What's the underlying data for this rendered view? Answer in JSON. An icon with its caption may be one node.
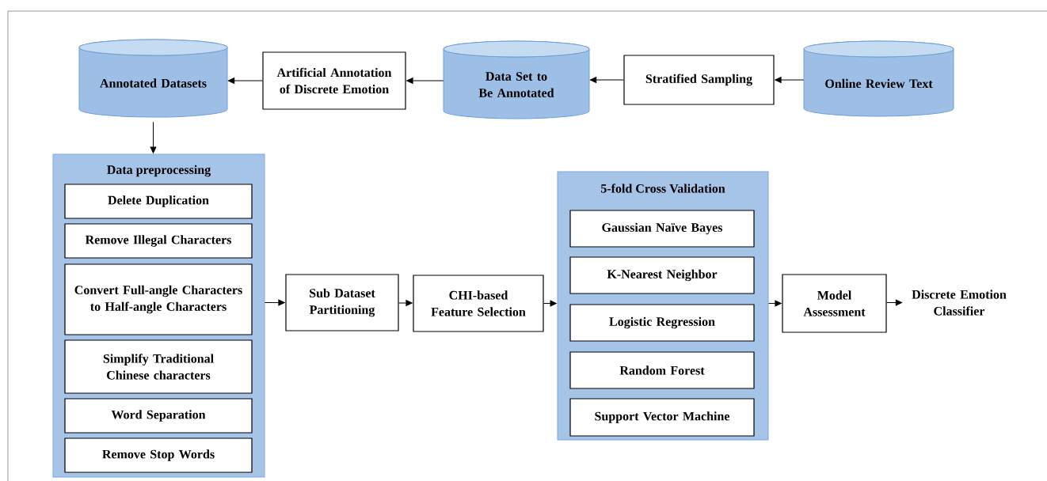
{
  "diagram": {
    "nodes": [
      {
        "text": [
          "Annotated Datasets"
        ]
      },
      {
        "text": [
          "Artificial Annotation of Discrete Emotion"
        ]
      },
      {
        "text": [
          "Data Set to Be Annotated"
        ]
      },
      {
        "text": [
          "Stratified Sampling"
        ]
      },
      {
        "text": [
          "Online Review Text"
        ]
      },
      {
        "text": [
          "Data preprocessing"
        ]
      },
      {
        "text": [
          "Delete Duplication"
        ],
        "in": 5
      },
      {
        "text": [
          "Remove Illegal Characters"
        ],
        "in": 5
      },
      {
        "text": [
          "Convert Full-angle Characters to Half-angle Characters"
        ],
        "in": 5
      },
      {
        "text": [
          "Simplify Traditional Chinese characters"
        ],
        "in": 5
      },
      {
        "text": [
          "Word Separation"
        ],
        "in": 5
      },
      {
        "text": [
          "Remove Stop Words"
        ],
        "in": 5
      },
      {
        "text": [
          "Sub Dataset Partitioning"
        ]
      },
      {
        "text": [
          "CHI-based Feature Selection"
        ]
      },
      {
        "text": [
          "5-fold Cross Validation"
        ]
      },
      {
        "text": [
          "Gaussian Naïve Bayes"
        ],
        "in": 14
      },
      {
        "text": [
          "K-Nearest Neighbor"
        ],
        "in": 14
      },
      {
        "text": [
          "Logistic Regression"
        ],
        "in": 14
      },
      {
        "text": [
          "Random Forest"
        ],
        "in": 14
      },
      {
        "text": [
          "Support Vector Machine"
        ],
        "in": 14
      },
      {
        "text": [
          "Model Assessment"
        ]
      },
      {
        "text": [
          "Discrete Emotion Classifier"
        ]
      }
    ],
    "edges": [
      {
        "from": 4,
        "to": 3,
        "arrow": "to"
      },
      {
        "from": 3,
        "to": 2,
        "arrow": "to"
      },
      {
        "from": 2,
        "to": 1,
        "arrow": "to"
      },
      {
        "from": 1,
        "to": 0,
        "arrow": "to"
      },
      {
        "from": 0,
        "to": 5,
        "arrow": "to"
      },
      {
        "from": 5,
        "to": 12,
        "arrow": "to"
      },
      {
        "from": 12,
        "to": 13,
        "arrow": "to"
      },
      {
        "from": 13,
        "to": 14,
        "arrow": "to"
      },
      {
        "from": 14,
        "to": 20,
        "arrow": "to"
      },
      {
        "from": 20,
        "to": 21,
        "arrow": "to"
      }
    ]
  }
}
